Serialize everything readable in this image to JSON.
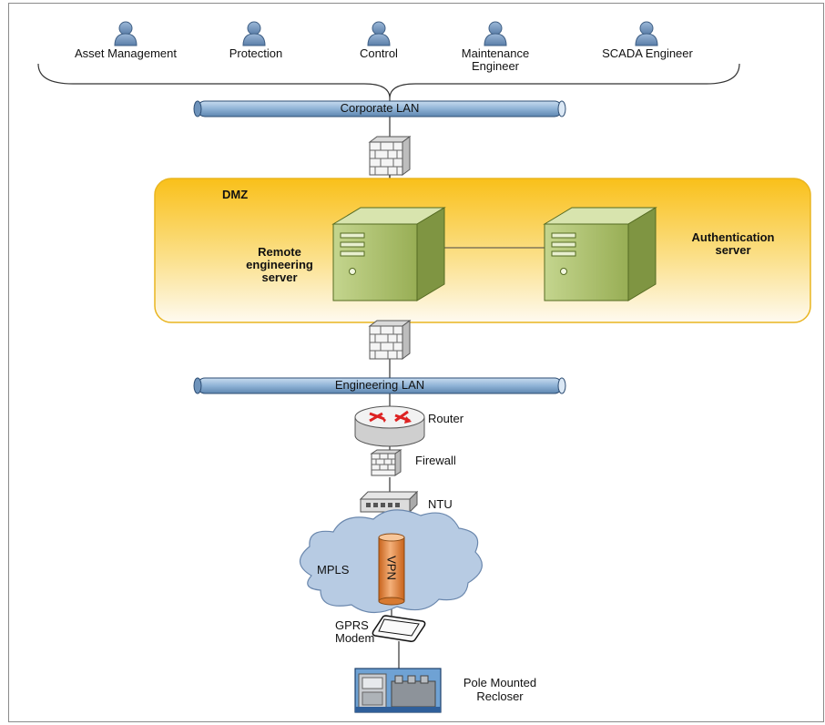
{
  "user_groups": [
    {
      "label": "Asset Management"
    },
    {
      "label": "Protection"
    },
    {
      "label": "Control"
    },
    {
      "label": "Maintenance\nEngineer"
    },
    {
      "label": "SCADA Engineer"
    }
  ],
  "networks": {
    "corporate_lan": "Corporate LAN",
    "engineering_lan": "Engineering LAN"
  },
  "dmz": {
    "title": "DMZ",
    "remote_server": "Remote\nengineering\nserver",
    "auth_server": "Authentication\nserver"
  },
  "devices": {
    "router": "Router",
    "firewall": "Firewall",
    "ntu": "NTU",
    "mpls": "MPLS",
    "vpn": "VPN",
    "gprs_modem": "GPRS\nModem",
    "recloser": "Pole Mounted\nRecloser"
  },
  "colors": {
    "pipe": "#8fb3d6",
    "dmz_top": "#f9c21a",
    "dmz_bottom": "#fdf8ea",
    "server": "#a9bd6a",
    "user_icon": "#6b8fb8",
    "cloud": "#b7cbe3",
    "vpn_pipe": "#e98a3c"
  }
}
